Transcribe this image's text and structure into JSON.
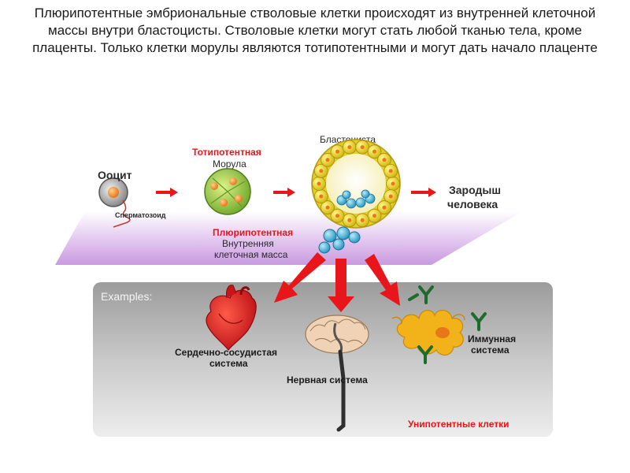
{
  "caption": "Плюрипотентные эмбриональные стволовые клетки происходят из внутренней клеточной массы внутри бластоцисты. Стволовые клетки могут стать любой тканью тела, кроме плаценты. Только клетки морулы являются тотипотентными и могут дать начало плаценте",
  "stages": {
    "oocyte": "Ооцит",
    "sperm": "Сперматозоид",
    "totipotent": "Тотипотентная",
    "morula": "Морула",
    "blastocyst": "Бластоциста",
    "embryo_line1": "Зародыш",
    "embryo_line2": "человека",
    "pluripotent": "Плюрипотентная",
    "icm_line1": "Внутренняя",
    "icm_line2": "клеточная масса"
  },
  "examples": {
    "header": "Examples:",
    "cardio_line1": "Сердечно-сосудистая",
    "cardio_line2": "система",
    "nervous": "Нервная система",
    "immune_line1": "Иммунная",
    "immune_line2": "система",
    "unipotent": "Унипотентные клетки"
  },
  "colors": {
    "red": "#e8151b",
    "blastocyst": "#f2e233",
    "morula": "#8fc43a",
    "icm": "#3ab3d9"
  }
}
